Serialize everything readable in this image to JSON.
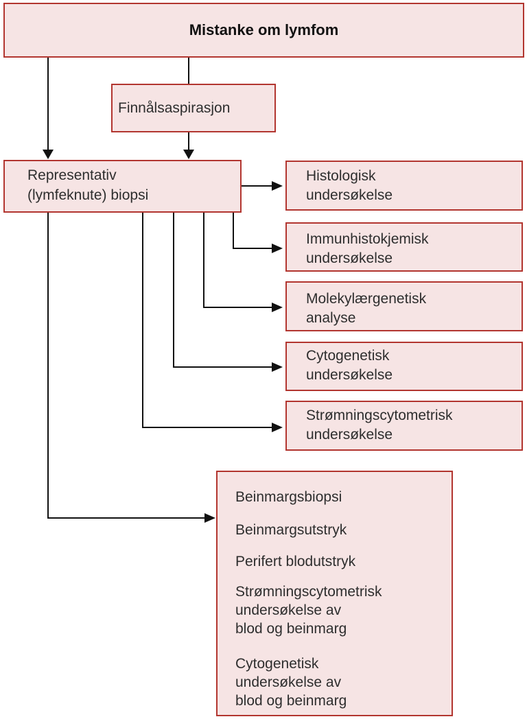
{
  "top": "Mistanke om lymfom",
  "fna": "Finnålsaspirasjon",
  "biopsy": [
    "Representativ",
    "(lymfeknute) biopsi"
  ],
  "exams": [
    [
      "Histologisk",
      "undersøkelse"
    ],
    [
      "Immunhistokjemisk",
      "undersøkelse"
    ],
    [
      "Molekylærgenetisk",
      "analyse"
    ],
    [
      "Cytogenetisk",
      "undersøkelse"
    ],
    [
      "Strømningscytometrisk",
      "undersøkelse"
    ]
  ],
  "marrow": {
    "item1": "Beinmargsbiopsi",
    "item2": "Beinmargsutstryk",
    "item3": "Perifert blodutstryk",
    "item4": [
      "Strømningscytometrisk",
      "undersøkelse av",
      "blod og beinmarg"
    ],
    "item5": [
      "Cytogenetisk",
      "undersøkelse av",
      "blod og beinmarg"
    ]
  },
  "colors": {
    "box_fill": "#f6e4e4",
    "box_border": "#b2352f",
    "connector": "#111111"
  }
}
